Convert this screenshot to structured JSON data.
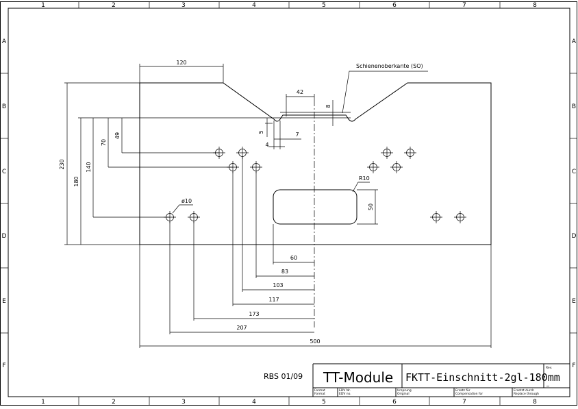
{
  "sheet": {
    "columns": [
      "1",
      "2",
      "3",
      "4",
      "5",
      "6",
      "7",
      "8"
    ],
    "rows": [
      "A",
      "B",
      "C",
      "D",
      "E",
      "F"
    ]
  },
  "dimensions": {
    "top_width": "120",
    "slot_width": "42",
    "rail_height": "8",
    "notch_depth": "5",
    "notch_width": "4",
    "notch_offset": "7",
    "total_height": "230",
    "height_180": "180",
    "height_140": "140",
    "height_70": "70",
    "height_49": "49",
    "hole_diameter": "ø10",
    "cutout_radius": "R10",
    "cutout_height": "50",
    "h60": "60",
    "h83": "83",
    "h103": "103",
    "h117": "117",
    "h173": "173",
    "h207": "207",
    "total_width": "500"
  },
  "annotation": {
    "rail_top": "Schienenoberkante (SO)"
  },
  "title_block": {
    "ref": "RBS 01/09",
    "company": "TT-Module",
    "description": "FKTT-Einschnitt-2gl-180mm",
    "rev_label": "Rev.",
    "rev_value": "_",
    "labels": {
      "format": "Format\nFormat",
      "edv": "EDV Nr.\nEDV no.",
      "origin": "Ursprung\nOriginal",
      "replaces": "Ersatz für\nCompensation for",
      "replaced_by": "Ersetzt durch\nReplace through"
    }
  }
}
